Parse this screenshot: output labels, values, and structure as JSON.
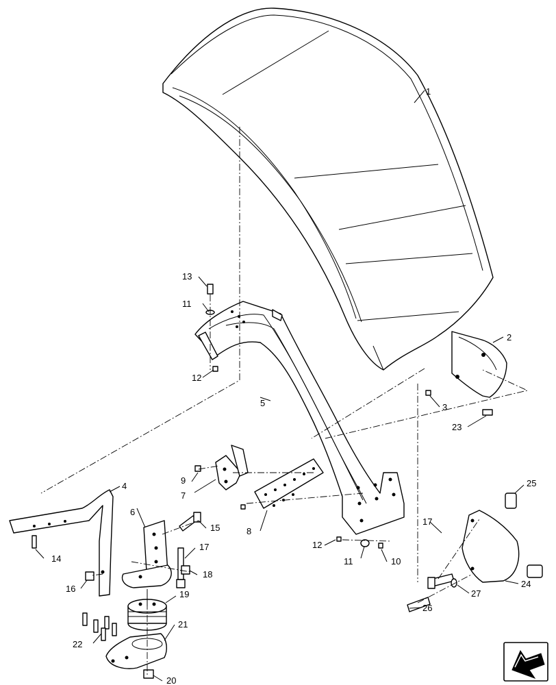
{
  "callouts": [
    {
      "id": "c1",
      "label": "1"
    },
    {
      "id": "c2",
      "label": "2"
    },
    {
      "id": "c3",
      "label": "3"
    },
    {
      "id": "c4",
      "label": "4"
    },
    {
      "id": "c5",
      "label": "5"
    },
    {
      "id": "c6",
      "label": "6"
    },
    {
      "id": "c7",
      "label": "7"
    },
    {
      "id": "c8",
      "label": "8"
    },
    {
      "id": "c9",
      "label": "9"
    },
    {
      "id": "c10",
      "label": "10"
    },
    {
      "id": "c11a",
      "label": "11"
    },
    {
      "id": "c11b",
      "label": "11"
    },
    {
      "id": "c12a",
      "label": "12"
    },
    {
      "id": "c12b",
      "label": "12"
    },
    {
      "id": "c13",
      "label": "13"
    },
    {
      "id": "c14",
      "label": "14"
    },
    {
      "id": "c15",
      "label": "15"
    },
    {
      "id": "c16",
      "label": "16"
    },
    {
      "id": "c17a",
      "label": "17"
    },
    {
      "id": "c17b",
      "label": "17"
    },
    {
      "id": "c18",
      "label": "18"
    },
    {
      "id": "c19",
      "label": "19"
    },
    {
      "id": "c20",
      "label": "20"
    },
    {
      "id": "c21",
      "label": "21"
    },
    {
      "id": "c22",
      "label": "22"
    },
    {
      "id": "c23",
      "label": "23"
    },
    {
      "id": "c24",
      "label": "24"
    },
    {
      "id": "c25",
      "label": "25"
    },
    {
      "id": "c26",
      "label": "26"
    },
    {
      "id": "c27",
      "label": "27"
    }
  ],
  "nav": {
    "icon": "previous-page-arrow-icon"
  }
}
